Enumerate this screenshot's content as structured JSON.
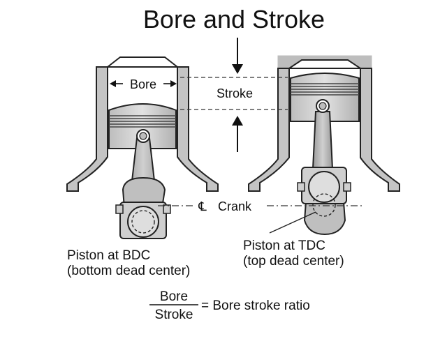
{
  "title": "Bore and Stroke",
  "labels": {
    "bore": "Bore",
    "stroke": "Stroke",
    "crank": "Crank",
    "centerline_symbol": "℄"
  },
  "captions": {
    "bdc_line1": "Piston at BDC",
    "bdc_line2": "(bottom dead center)",
    "tdc_line1": "Piston at TDC",
    "tdc_line2": "(top dead center)"
  },
  "formula": {
    "numerator": "Bore",
    "denominator": "Stroke",
    "result": "= Bore stroke ratio"
  },
  "colors": {
    "metal_light": "#d4d4d4",
    "metal_mid": "#b8b8b8",
    "metal_dark": "#8a8a8a",
    "outline": "#222222",
    "text": "#111111"
  }
}
